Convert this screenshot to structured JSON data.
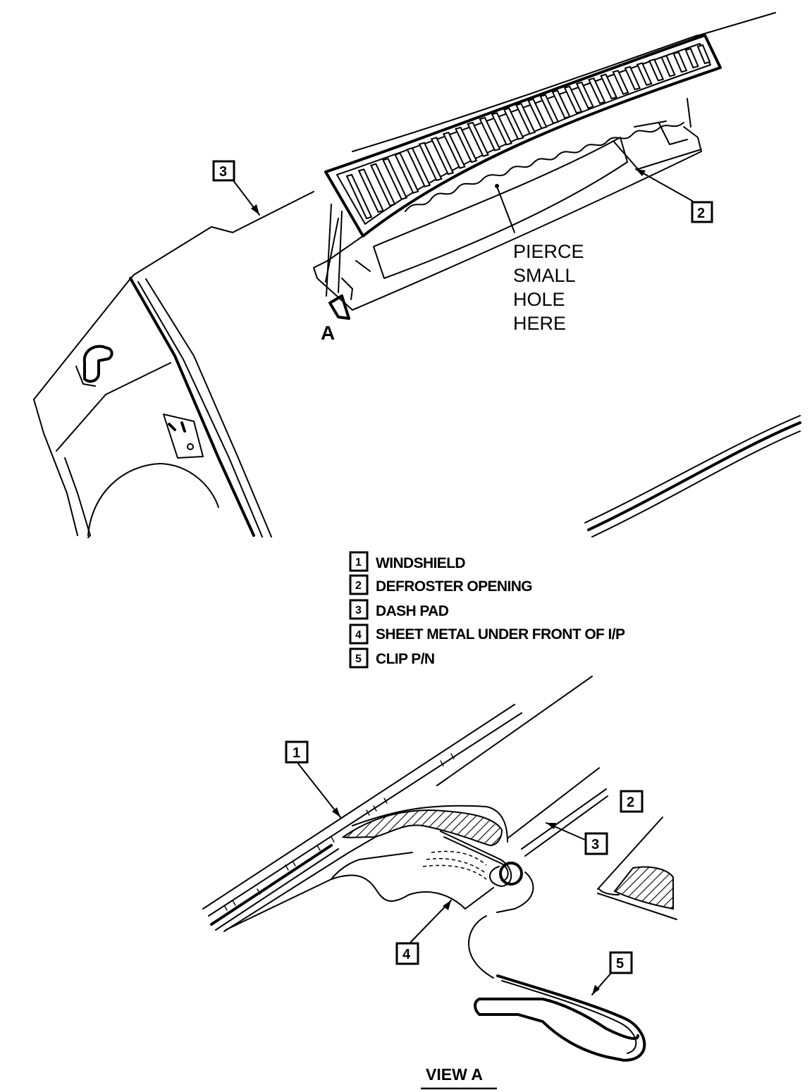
{
  "marker_a": "A",
  "pierce_note": [
    "PIERCE",
    "SMALL",
    "HOLE",
    "HERE"
  ],
  "legend": [
    {
      "number": "1",
      "label": "WINDSHIELD"
    },
    {
      "number": "2",
      "label": "DEFROSTER OPENING"
    },
    {
      "number": "3",
      "label": "DASH PAD"
    },
    {
      "number": "4",
      "label": "SHEET METAL UNDER FRONT OF I/P"
    },
    {
      "number": "5",
      "label": "CLIP P/N"
    }
  ],
  "callouts": {
    "top_dash_pad": "3",
    "top_defroster_opening": "2",
    "view_windshield": "1",
    "view_defroster_opening": "2",
    "view_dash_pad": "3",
    "view_sheet_metal": "4",
    "view_clip": "5"
  },
  "view_title": "VIEW A"
}
